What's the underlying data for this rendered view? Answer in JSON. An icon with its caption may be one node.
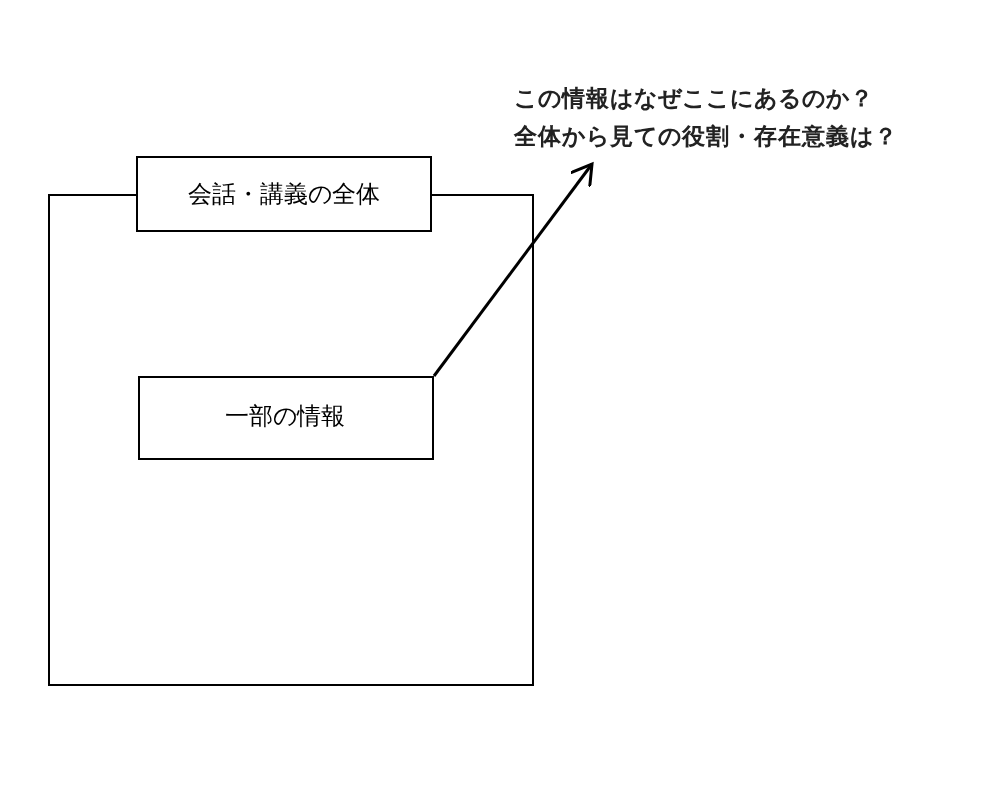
{
  "diagram": {
    "nodes": [
      {
        "text": [],
        "shape": "box"
      },
      {
        "text": [
          "会話・講義の全体"
        ]
      },
      {
        "text": [
          "一部の情報"
        ],
        "in": 0
      },
      {
        "text": [
          "この情報はなぜここにあるのか？",
          "全体から見ての役割・存在意義は？"
        ]
      }
    ],
    "edges": [
      {
        "from": 2,
        "to": 3,
        "arrow": "to"
      }
    ]
  }
}
